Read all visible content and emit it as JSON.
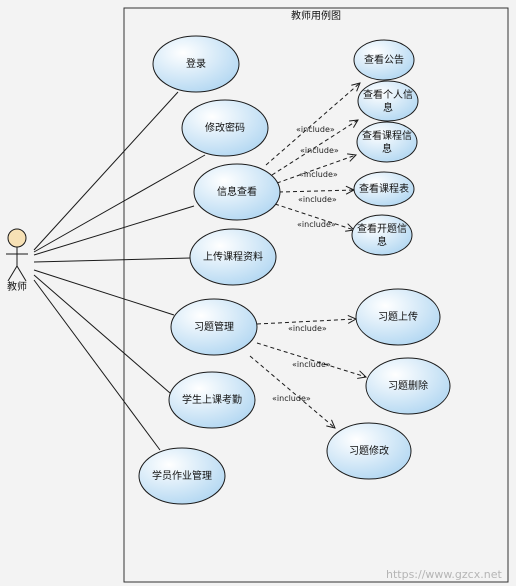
{
  "system": {
    "title": "教师用例图"
  },
  "actor": {
    "label": "教师"
  },
  "use_cases": {
    "login": "登录",
    "change_password": "修改密码",
    "info_view": "信息查看",
    "upload_materials": "上传课程资料",
    "exercise_mgmt": "习题管理",
    "attendance": "学生上课考勤",
    "homework_mgmt": "学员作业管理",
    "view_notice": "查看公告",
    "view_personal": [
      "查看个人信",
      "息"
    ],
    "view_course_info": [
      "查看课程信",
      "息"
    ],
    "view_schedule": "查看课程表",
    "view_opening": [
      "查看开题信",
      "息"
    ],
    "exercise_upload": "习题上传",
    "exercise_delete": "习题删除",
    "exercise_edit": "习题修改"
  },
  "include_label": "«include»",
  "watermark": "https://www.gzcx.net",
  "colors": {
    "ellipse_light": "#ffffff",
    "ellipse_dark": "#b4d8f2",
    "actor_head": "#f7e1b5"
  }
}
